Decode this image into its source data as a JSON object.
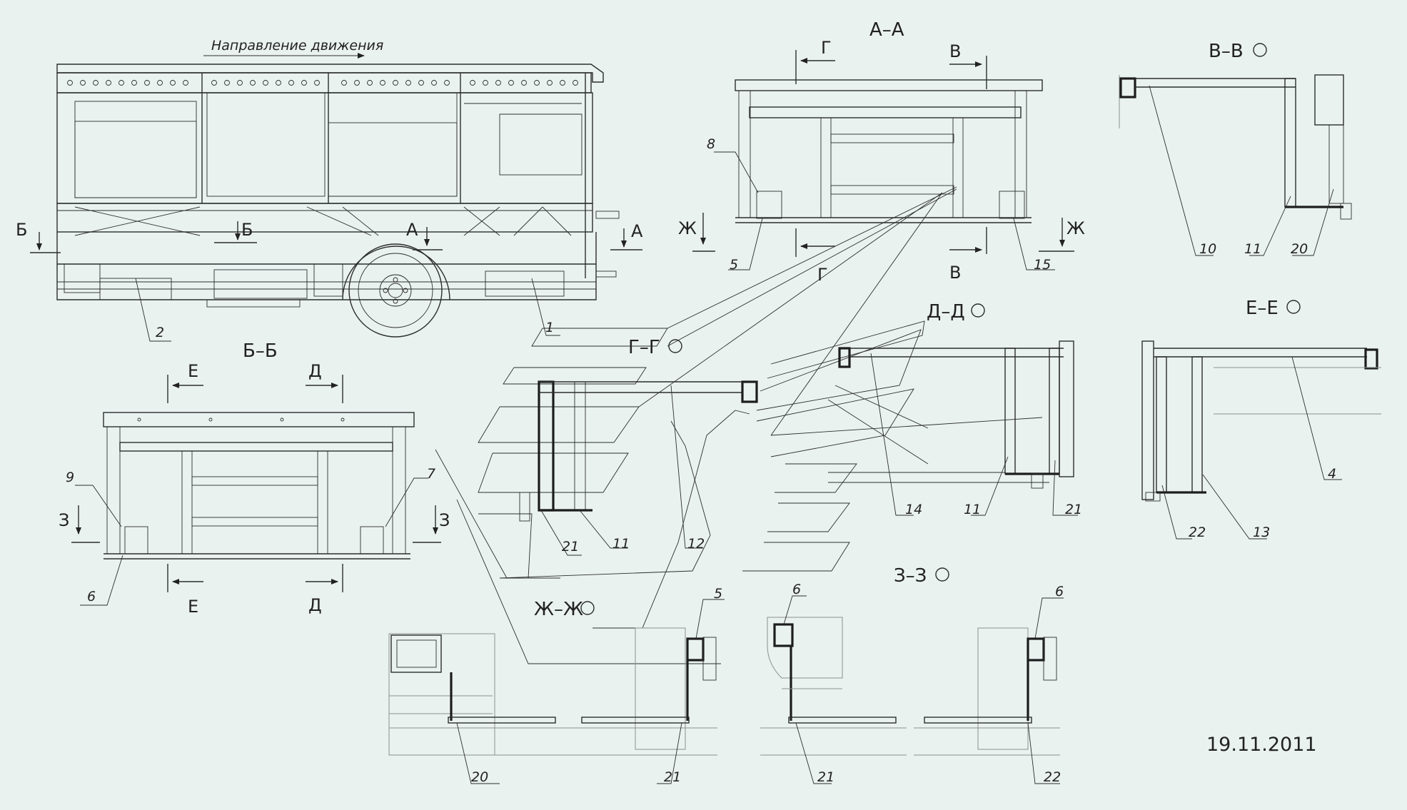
{
  "direction_label": "Направление движения",
  "date": "19.11.2011",
  "section_titles": {
    "aa": "А–А",
    "bb": "Б–Б",
    "vv": "В–В",
    "gg": "Г–Г",
    "dd": "Д–Д",
    "ee": "Е–Е",
    "zhzh": "Ж–Ж",
    "zz": "З–З"
  },
  "cut_letters": {
    "b": "Б",
    "a": "А",
    "g": "Г",
    "v": "В",
    "zh": "Ж",
    "e": "Е",
    "d": "Д",
    "z": "З"
  },
  "part_numbers": [
    "1",
    "2",
    "4",
    "5",
    "6",
    "7",
    "8",
    "9",
    "10",
    "11",
    "12",
    "13",
    "14",
    "15",
    "20",
    "21",
    "22"
  ]
}
